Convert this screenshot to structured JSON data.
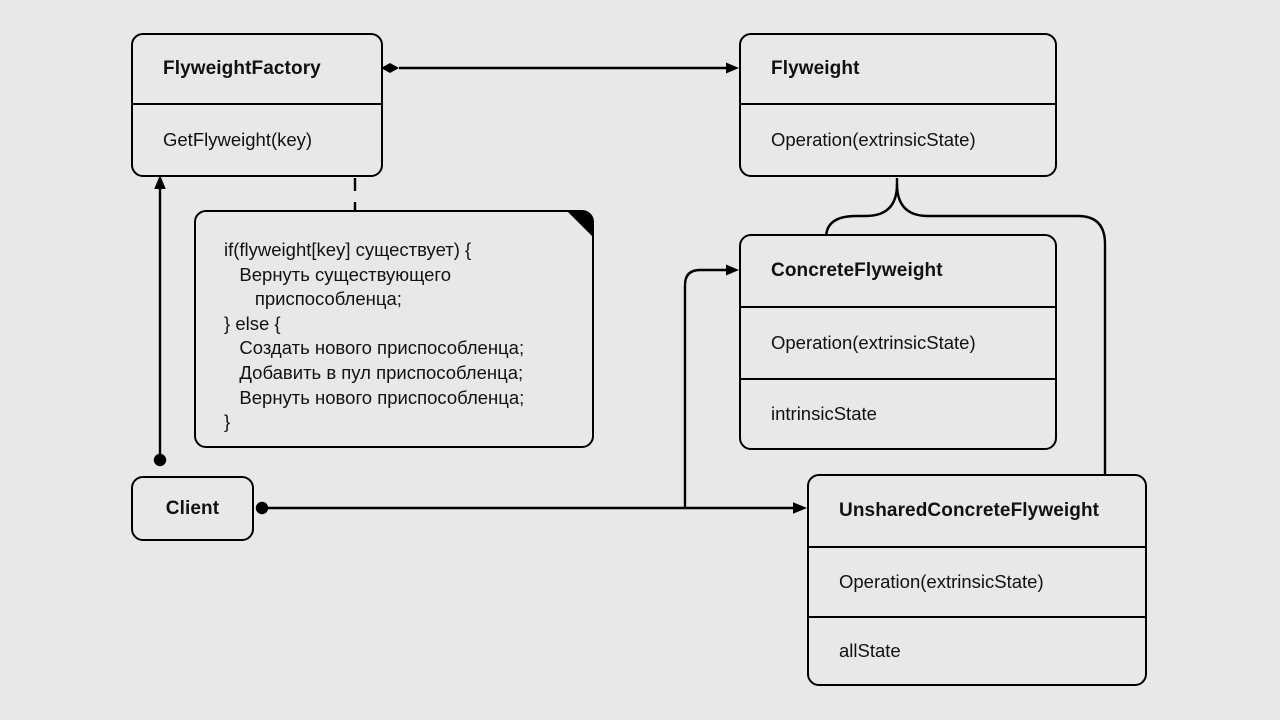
{
  "diagram": {
    "title": "Flyweight design pattern UML class diagram",
    "background_color": "#e9e8e6",
    "line_color": "#000000",
    "text_color": "#111111"
  },
  "classes": {
    "flyweight_factory": {
      "name": "FlyweightFactory",
      "operations": [
        "GetFlyweight(key)"
      ]
    },
    "flyweight": {
      "name": "Flyweight",
      "operations": [
        "Operation(extrinsicState)"
      ]
    },
    "concrete_flyweight": {
      "name": "ConcreteFlyweight",
      "operations": [
        "Operation(extrinsicState)"
      ],
      "attributes": [
        "intrinsicState"
      ]
    },
    "unshared_concrete_flyweight": {
      "name": "UnsharedConcreteFlyweight",
      "operations": [
        "Operation(extrinsicState)"
      ],
      "attributes": [
        "allState"
      ]
    },
    "client": {
      "name": "Client"
    }
  },
  "note": {
    "lines": [
      "if(flyweight[key] существует) {",
      "   Вернуть существующего",
      "      приспособленца;",
      "} else {",
      "   Создать нового приспособленца;",
      "   Добавить в пул приспособленца;",
      "   Вернуть нового приспособленца;",
      "}"
    ],
    "text": "if(flyweight[key] существует) {\n   Вернуть существующего\n      приспособленца;\n} else {\n   Создать нового приспособленца;\n   Добавить в пул приспособленца;\n   Вернуть нового приспособленца;\n}"
  },
  "relations": [
    {
      "id": "factory-aggregates-flyweight",
      "from": "FlyweightFactory",
      "to": "Flyweight",
      "source_marker": "filled-diamond",
      "target_marker": "open-arrow"
    },
    {
      "id": "client-uses-factory",
      "from": "Client",
      "to": "FlyweightFactory",
      "source_marker": "filled-ball",
      "target_marker": "open-arrow"
    },
    {
      "id": "client-uses-concrete-flyweight",
      "from": "Client",
      "to": "ConcreteFlyweight",
      "source_marker": "filled-ball",
      "target_marker": "open-arrow"
    },
    {
      "id": "client-uses-unshared-concrete-flyweight",
      "from": "Client",
      "to": "UnsharedConcreteFlyweight",
      "source_marker": "filled-ball",
      "target_marker": "open-arrow"
    },
    {
      "id": "concrete-flyweight-inherits-flyweight",
      "from": "ConcreteFlyweight",
      "to": "Flyweight",
      "source_marker": "none",
      "target_marker": "generalization-fork"
    },
    {
      "id": "unshared-concrete-flyweight-inherits-flyweight",
      "from": "UnsharedConcreteFlyweight",
      "to": "Flyweight",
      "source_marker": "none",
      "target_marker": "generalization-fork"
    },
    {
      "id": "note-anchor-getflyweight",
      "from": "GetFlyweight(key)",
      "to": "note",
      "source_marker": "lollipop-circle",
      "target_marker": "none"
    }
  ]
}
